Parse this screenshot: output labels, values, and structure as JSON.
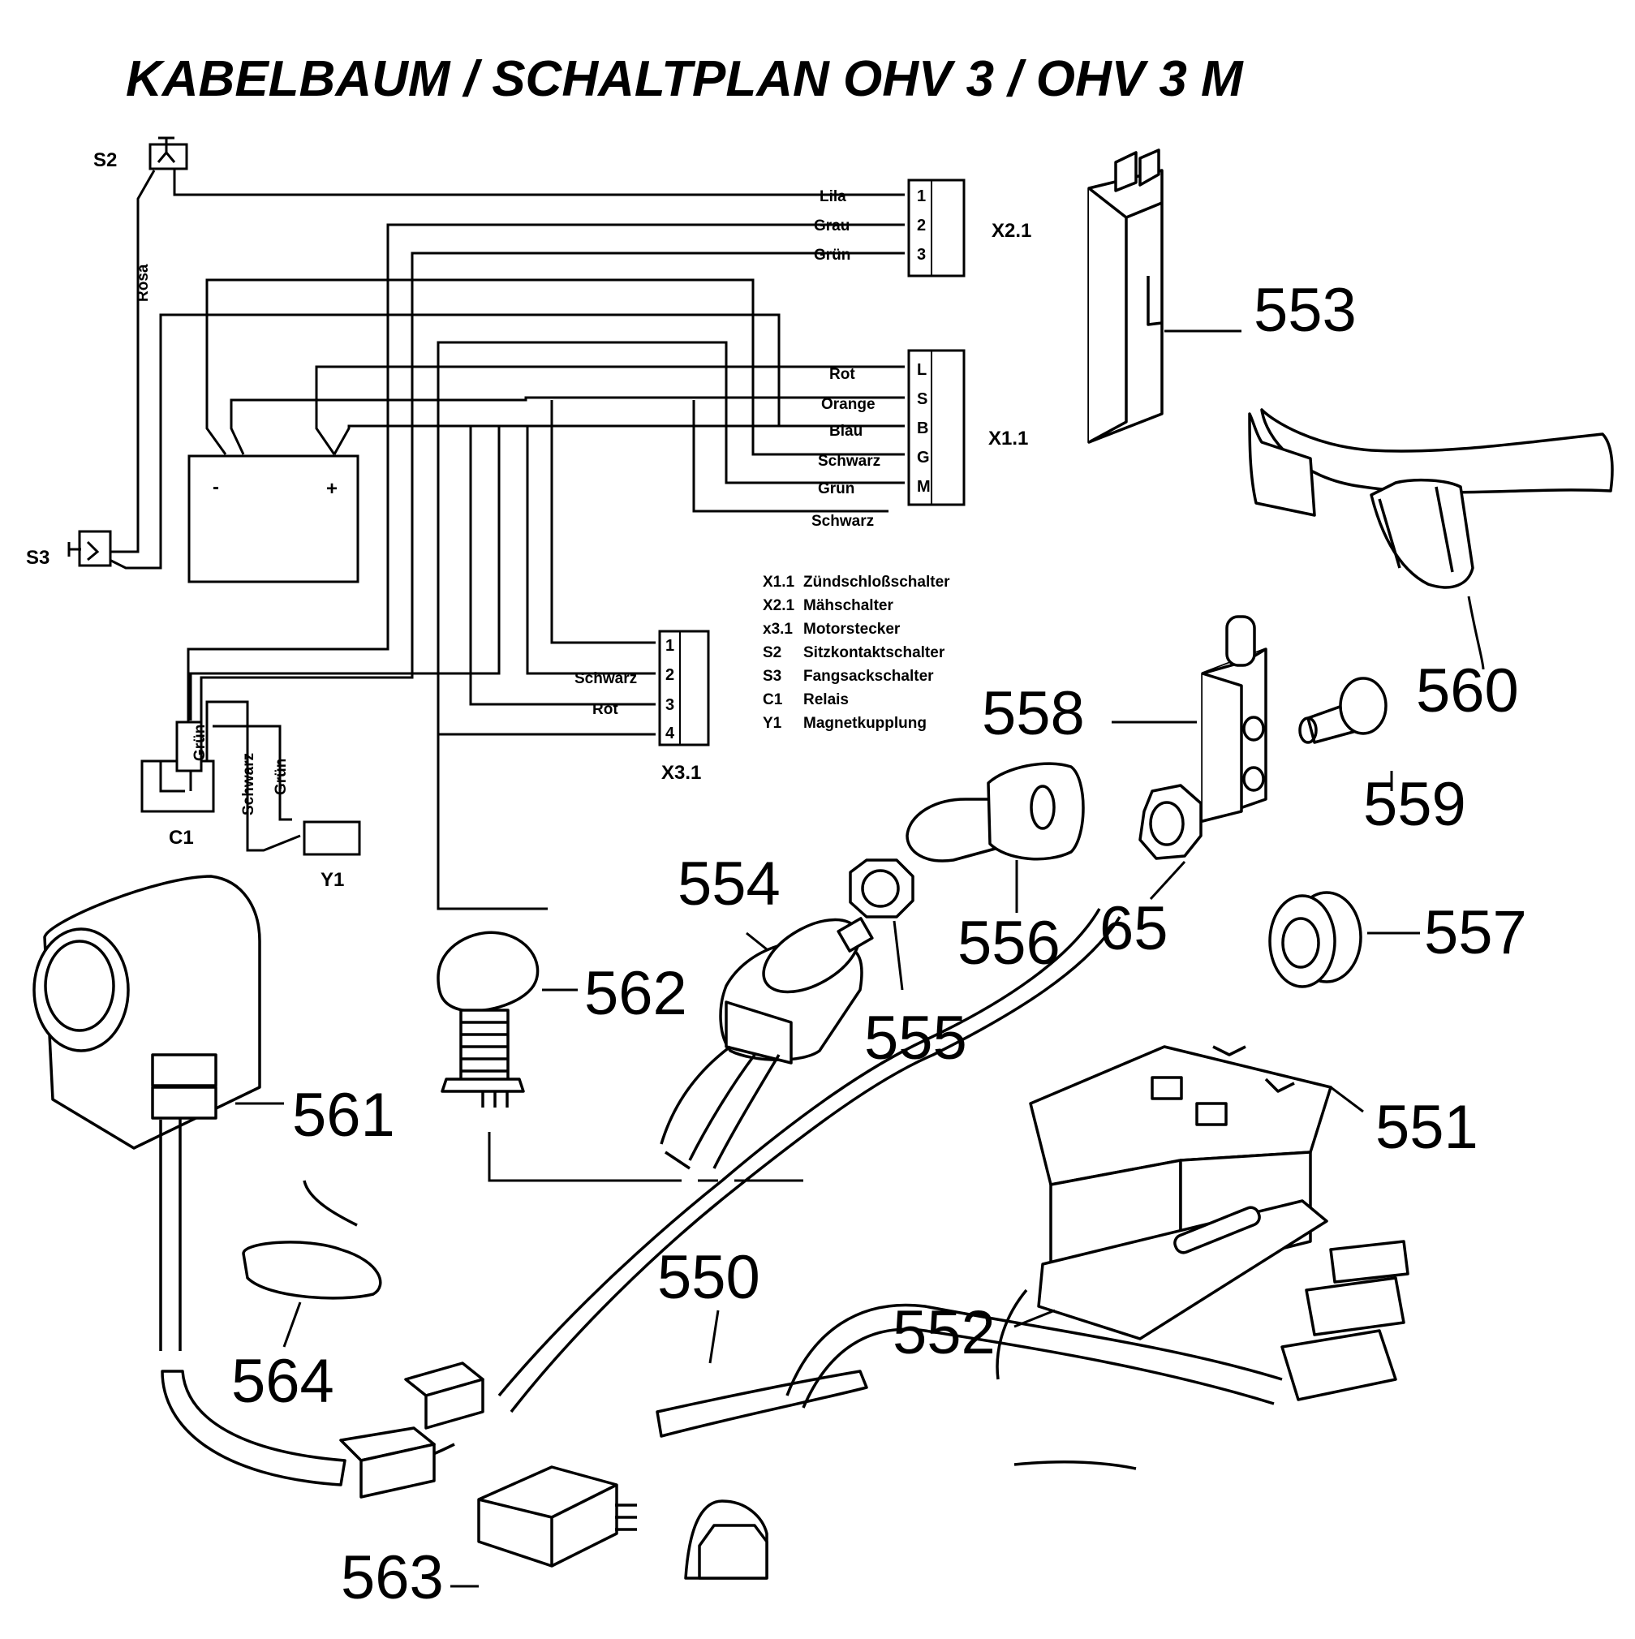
{
  "title": "KABELBAUM / SCHALTPLAN OHV 3  / OHV 3 M",
  "connectors": {
    "x21": {
      "label": "X2.1",
      "pins": [
        "1",
        "2",
        "3"
      ]
    },
    "x11": {
      "label": "X1.1",
      "pins": [
        "L",
        "S",
        "B",
        "G",
        "M"
      ]
    },
    "x31": {
      "label": "X3.1",
      "pins": [
        "1",
        "2",
        "3",
        "4"
      ]
    }
  },
  "components": {
    "s2": "S2",
    "s3": "S3",
    "c1": "C1",
    "y1": "Y1",
    "battery_minus": "-",
    "battery_plus": "+"
  },
  "wires": {
    "lila": "Lila",
    "grau": "Grau",
    "gruen_x21": "Grün",
    "rot": "Rot",
    "orange": "Orange",
    "blau": "Blau",
    "schwarz_g": "Schwarz",
    "gruen_m": "Grün",
    "schwarz_m": "Schwarz",
    "schwarz_x31": "Schwarz",
    "rot_x31": "Rot",
    "rosa": "Rosa",
    "gruen_c1": "Grün",
    "schwarz_y1": "Schwarz",
    "gruen_y1": "Grün"
  },
  "legend": [
    {
      "code": "X1.1",
      "text": "Zündschloßschalter"
    },
    {
      "code": "X2.1",
      "text": "Mähschalter"
    },
    {
      "code": "x3.1",
      "text": "Motorstecker"
    },
    {
      "code": "S2",
      "text": "Sitzkontaktschalter"
    },
    {
      "code": "S3",
      "text": "Fangsackschalter"
    },
    {
      "code": "C1",
      "text": "Relais"
    },
    {
      "code": "Y1",
      "text": "Magnetkupplung"
    }
  ],
  "parts": {
    "p550": "550",
    "p551": "551",
    "p552": "552",
    "p553": "553",
    "p554": "554",
    "p555": "555",
    "p556": "556",
    "p557": "557",
    "p558": "558",
    "p559": "559",
    "p560": "560",
    "p561": "561",
    "p562": "562",
    "p563": "563",
    "p564": "564",
    "p65": "65"
  }
}
